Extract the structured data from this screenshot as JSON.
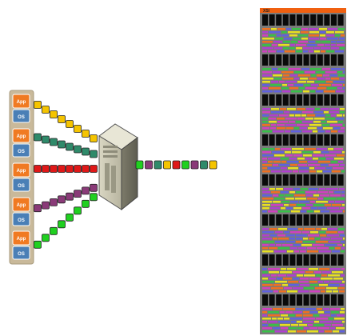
{
  "colors": {
    "app_box": "#f07a22",
    "os_box": "#4a7fb6",
    "vm_frame": "#c9b99a",
    "queue_yellow": "#f5c400",
    "queue_teal": "#2f8a6a",
    "queue_red": "#e01818",
    "queue_purple": "#8a3a78",
    "queue_green": "#20d020",
    "rack_top": "#f06010",
    "rack_bg": "#7a7a7a",
    "slot_black": "#0a0a0a"
  },
  "vms": [
    {
      "app_label": "App",
      "os_label": "OS",
      "queue_color": "yellow"
    },
    {
      "app_label": "App",
      "os_label": "OS",
      "queue_color": "teal"
    },
    {
      "app_label": "App",
      "os_label": "OS",
      "queue_color": "red"
    },
    {
      "app_label": "App",
      "os_label": "OS",
      "queue_color": "purple"
    },
    {
      "app_label": "App",
      "os_label": "OS",
      "queue_color": "green"
    }
  ],
  "server": {
    "icon": "server-tower-icon"
  },
  "output_queue": [
    "green",
    "purple",
    "teal",
    "yellow",
    "red",
    "green",
    "purple",
    "teal",
    "yellow"
  ],
  "rack": {
    "top_label": "XSI",
    "icon": "storage-array-icon"
  }
}
